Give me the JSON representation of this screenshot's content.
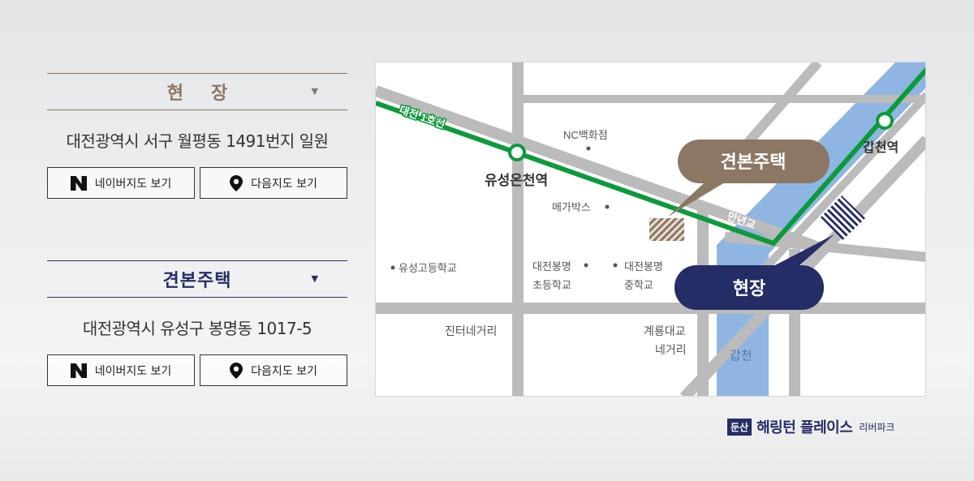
{
  "sections": [
    {
      "title": "현장",
      "address": "대전광역시 서구 월평동 1491번지 일원",
      "naver_label": "네이버지도 보기",
      "daum_label": "다음지도 보기"
    },
    {
      "title": "견본주택",
      "address": "대전광역시 유성구 봉명동 1017-5",
      "naver_label": "네이버지도 보기",
      "daum_label": "다음지도 보기"
    }
  ],
  "map": {
    "line_label": "대전 1호선",
    "stations": [
      "유성온천역",
      "갑천역"
    ],
    "bridge": "만년교",
    "river": "갑천",
    "callouts": {
      "model_house": "견본주택",
      "site": "현장"
    },
    "places": {
      "nc": "NC백화점",
      "megabox": "메가박스",
      "yuseong_high": "유성고등학교",
      "elem_1": "대전봉명",
      "elem_2": "초등학교",
      "middle_1": "대전봉명",
      "middle_2": "중학교",
      "jinteo": "진터네거리",
      "gyeryong_1": "계룡대교",
      "gyeryong_2": "네거리"
    }
  },
  "brand": {
    "tag": "둔산",
    "name": "해링턴 플레이스",
    "sub": "리버파크"
  },
  "colors": {
    "gold": "#8b7763",
    "navy": "#252d66",
    "subway_green": "#0d9a3c",
    "river_blue": "#8fb6e3",
    "road_gray": "#bbbbbb"
  },
  "icons": {
    "naver": "naver-n-icon",
    "daum": "map-pin-icon",
    "dropdown": "triangle-down-icon"
  }
}
